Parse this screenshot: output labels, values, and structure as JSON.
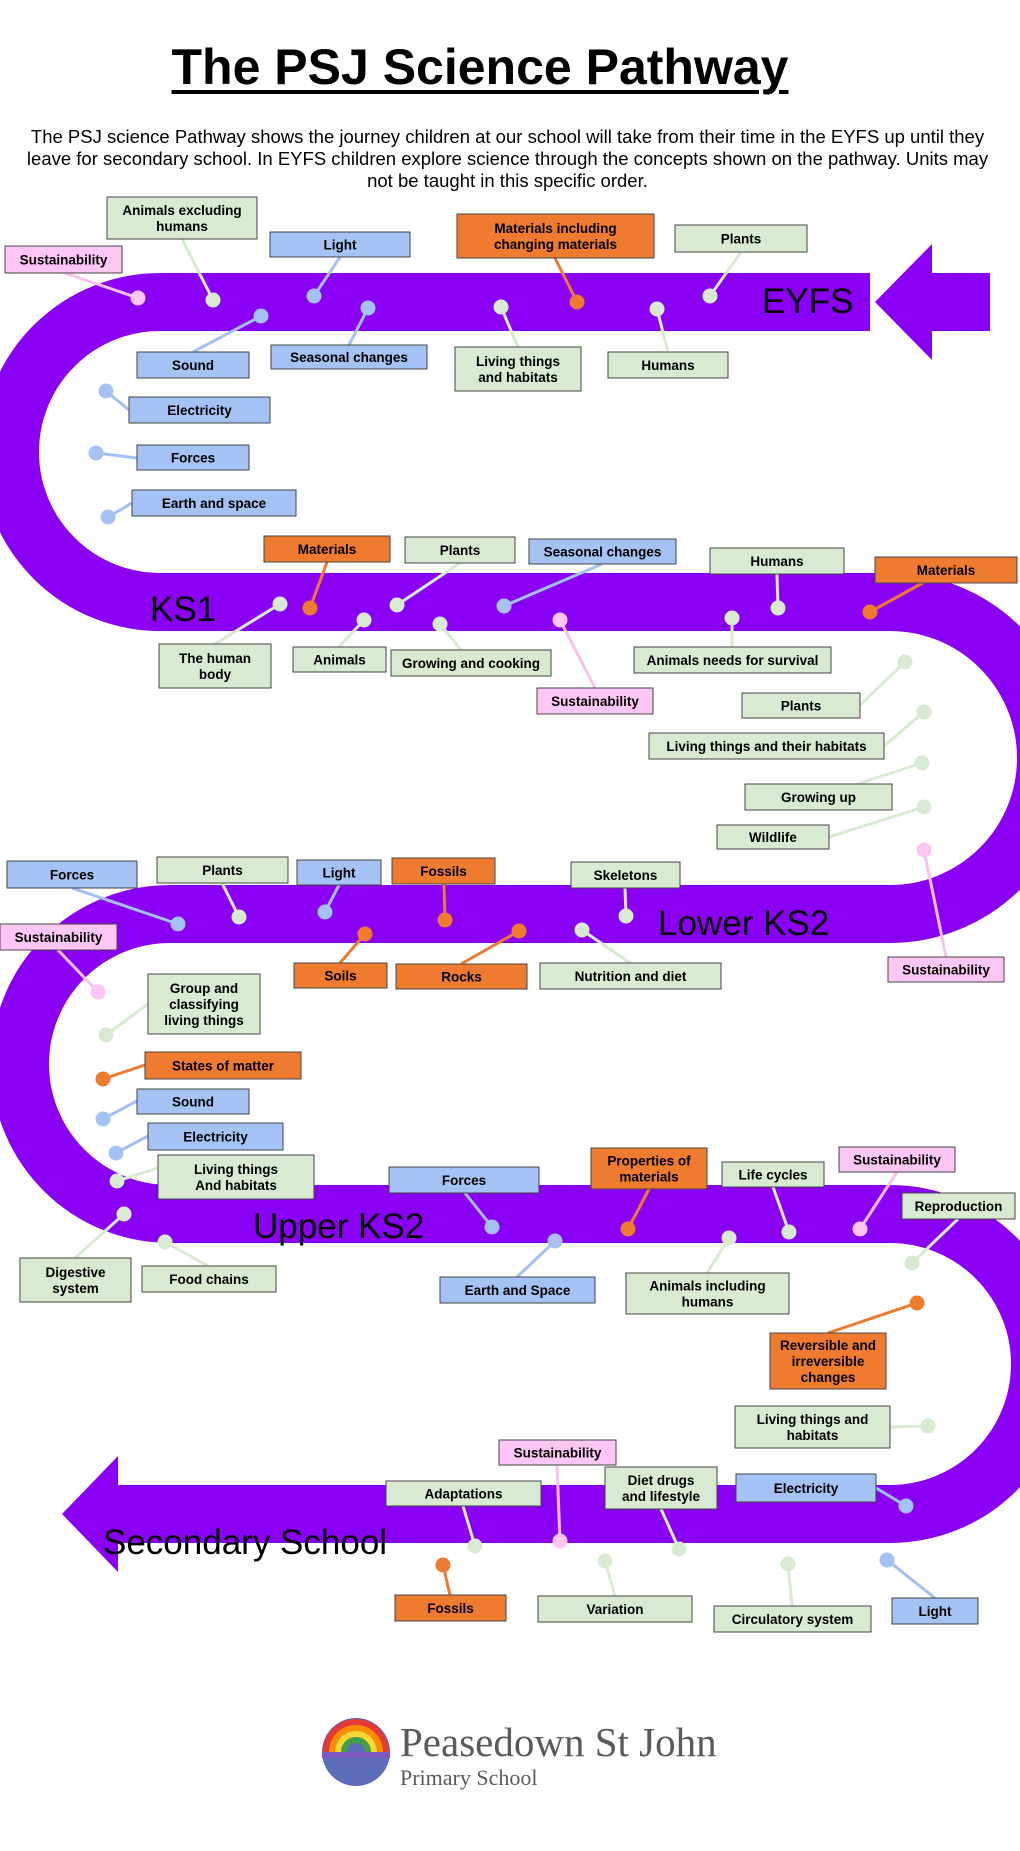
{
  "title": "The PSJ Science Pathway",
  "intro": "The PSJ science Pathway shows the journey children at our school will take from their time in the EYFS up until they leave for secondary school. In EYFS children explore science through the concepts shown on the pathway. Units may not be taught in this specific order.",
  "colors": {
    "path": "#8A00F5",
    "biology": "#D9EAD3",
    "physics": "#A4C2F4",
    "chemistry": "#EE7B30",
    "sustainability": "#FEC6F4"
  },
  "stages": [
    "EYFS",
    "KS1",
    "Lower KS2",
    "Upper KS2",
    "Secondary School"
  ],
  "topics": {
    "eyfs": [
      "Sustainability",
      "Animals excluding humans",
      "Light",
      "Materials including changing materials",
      "Plants",
      "Sound",
      "Seasonal changes",
      "Living things and habitats",
      "Humans",
      "Electricity",
      "Forces",
      "Earth and space"
    ],
    "ks1": [
      "Materials",
      "Plants",
      "Seasonal changes",
      "Humans",
      "Materials",
      "The human body",
      "Animals",
      "Growing and cooking",
      "Sustainability",
      "Animals needs for survival",
      "Plants",
      "Living things and their habitats",
      "Growing up",
      "Wildlife",
      "Sustainability"
    ],
    "lower_ks2": [
      "Forces",
      "Plants",
      "Light",
      "Fossils",
      "Skeletons",
      "Sustainability",
      "Soils",
      "Rocks",
      "Nutrition and diet",
      "Group and classifying living things",
      "States of matter",
      "Sound",
      "Electricity",
      "Living things And habitats"
    ],
    "upper_ks2": [
      "Digestive system",
      "Food chains",
      "Forces",
      "Properties of materials",
      "Life cycles",
      "Sustainability",
      "Reproduction",
      "Earth and Space",
      "Animals including humans",
      "Reversible and irreversible changes",
      "Living things and habitats",
      "Electricity",
      "Sustainability",
      "Adaptations",
      "Diet drugs and lifestyle",
      "Fossils",
      "Variation",
      "Circulatory system",
      "Light"
    ]
  },
  "school": {
    "name": "Peasedown St John",
    "subtitle": "Primary School"
  }
}
